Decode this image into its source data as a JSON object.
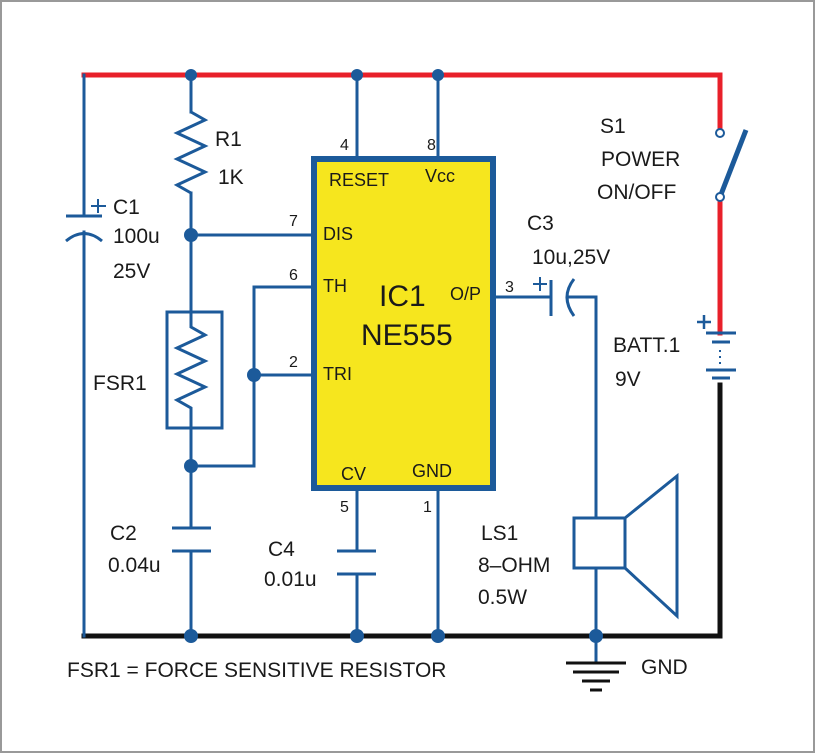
{
  "colors": {
    "wire": "#1c5a9a",
    "supply": "#e8202a",
    "ground_rail": "#111111",
    "ic_fill": "#f6e61e",
    "ic_border": "#1c5a9a",
    "frame": "#999999"
  },
  "ic": {
    "ref": "IC1",
    "part": "NE555",
    "pins": {
      "reset": {
        "num": "4",
        "name": "RESET"
      },
      "vcc": {
        "num": "8",
        "name": "Vcc"
      },
      "dis": {
        "num": "7",
        "name": "DIS"
      },
      "th": {
        "num": "6",
        "name": "TH"
      },
      "tri": {
        "num": "2",
        "name": "TRI"
      },
      "op": {
        "num": "3",
        "name": "O/P"
      },
      "cv": {
        "num": "5",
        "name": "CV"
      },
      "gnd": {
        "num": "1",
        "name": "GND"
      }
    }
  },
  "components": {
    "r1": {
      "ref": "R1",
      "value": "1K"
    },
    "c1": {
      "ref": "C1",
      "value": "100u",
      "rating": "25V",
      "polarity": "+"
    },
    "fsr1": {
      "ref": "FSR1"
    },
    "c2": {
      "ref": "C2",
      "value": "0.04u"
    },
    "c4": {
      "ref": "C4",
      "value": "0.01u"
    },
    "c3": {
      "ref": "C3",
      "value": "10u,25V",
      "polarity": "+"
    },
    "s1": {
      "ref": "S1",
      "line1": "POWER",
      "line2": "ON/OFF"
    },
    "batt": {
      "ref": "BATT.1",
      "value": "9V",
      "polarity": "+"
    },
    "ls1": {
      "ref": "LS1",
      "value": "8–OHM",
      "power": "0.5W"
    },
    "ground": {
      "label": "GND"
    }
  },
  "note": "FSR1 = FORCE SENSITIVE RESISTOR",
  "icons": [
    "resistor-icon",
    "capacitor-icon",
    "polarized-capacitor-icon",
    "fsr-icon",
    "switch-icon",
    "battery-icon",
    "speaker-icon",
    "ground-icon",
    "junction-dot-icon"
  ]
}
